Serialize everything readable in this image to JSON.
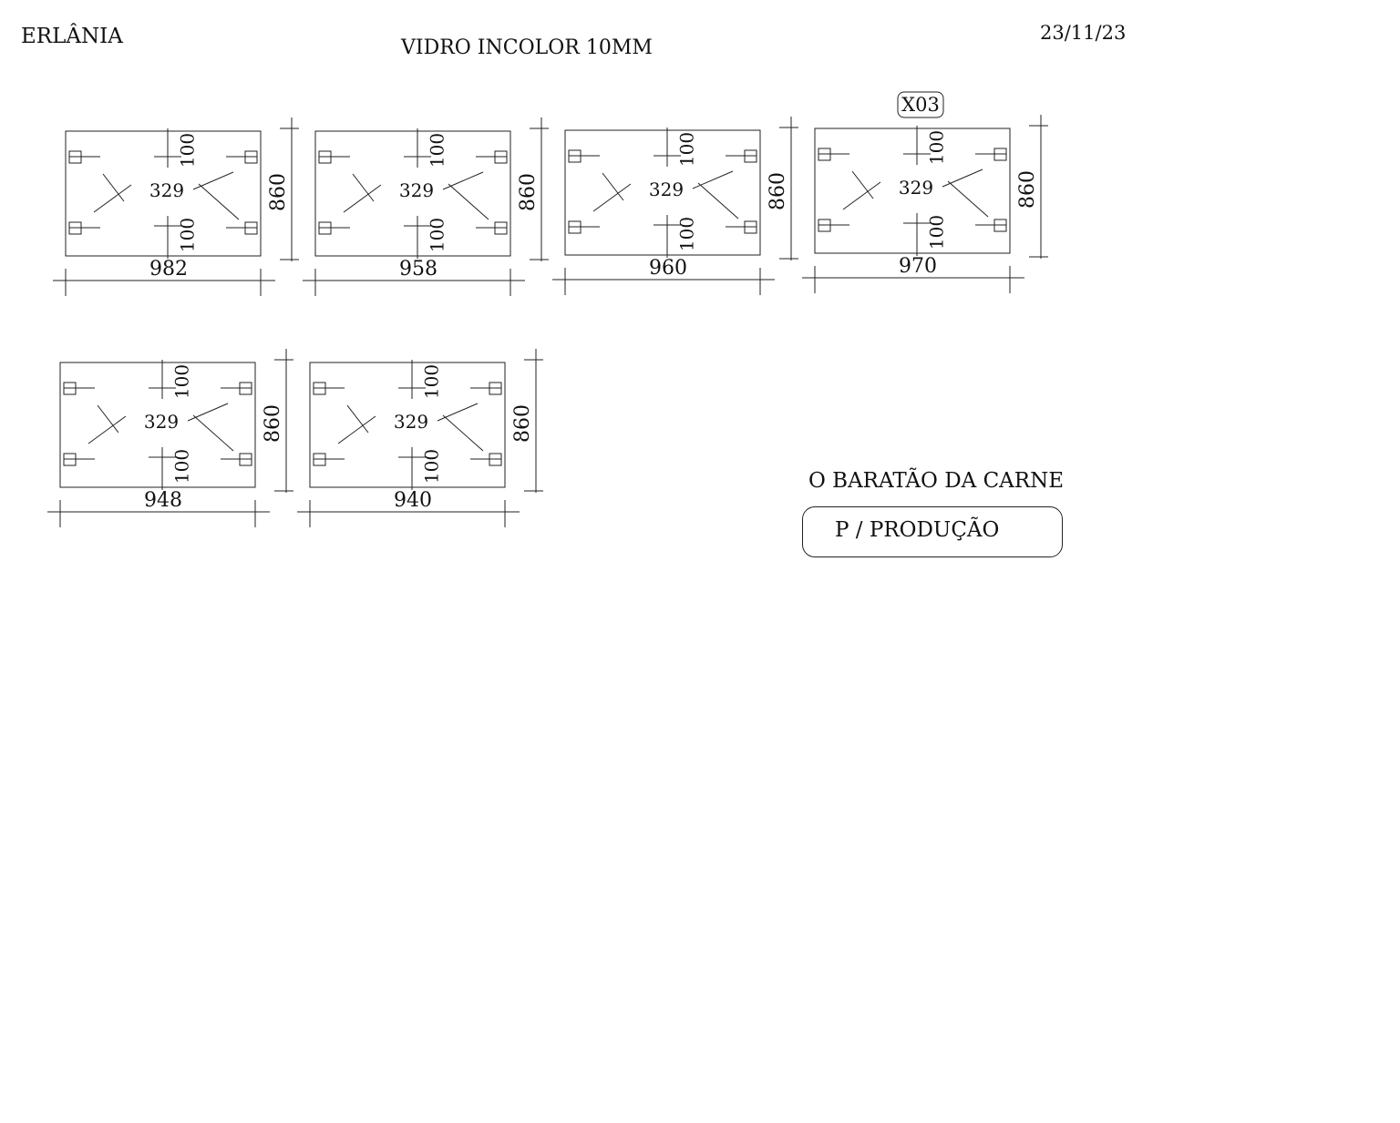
{
  "header": {
    "client": "ERLÂNIA",
    "title": "VIDRO INCOLOR 10MM",
    "date": "23/11/23"
  },
  "footer": {
    "store": "O BARATÃO DA CARNE",
    "stamp": "P / PRODUÇÃO"
  },
  "panels": [
    {
      "width": "982",
      "height": "860",
      "center": "329",
      "top_offset": "100",
      "bottom_offset": "100",
      "tag": ""
    },
    {
      "width": "958",
      "height": "860",
      "center": "329",
      "top_offset": "100",
      "bottom_offset": "100",
      "tag": ""
    },
    {
      "width": "960",
      "height": "860",
      "center": "329",
      "top_offset": "100",
      "bottom_offset": "100",
      "tag": ""
    },
    {
      "width": "970",
      "height": "860",
      "center": "329",
      "top_offset": "100",
      "bottom_offset": "100",
      "tag": "X03"
    },
    {
      "width": "948",
      "height": "860",
      "center": "329",
      "top_offset": "100",
      "bottom_offset": "100",
      "tag": ""
    },
    {
      "width": "940",
      "height": "860",
      "center": "329",
      "top_offset": "100",
      "bottom_offset": "100",
      "tag": ""
    }
  ]
}
